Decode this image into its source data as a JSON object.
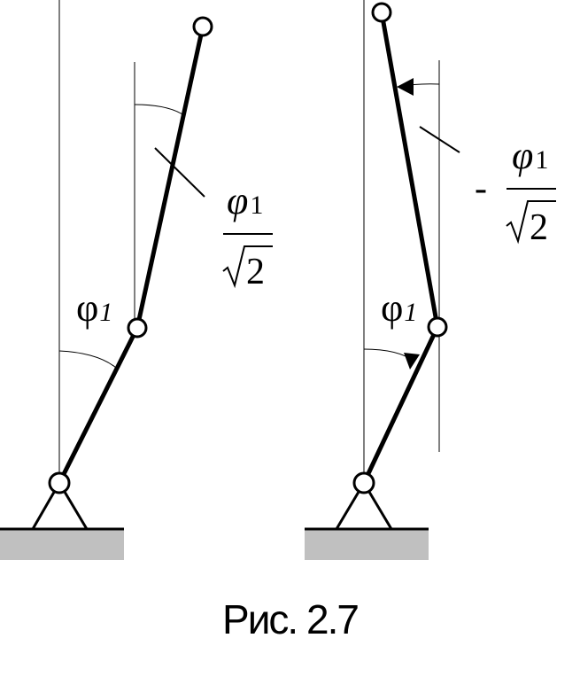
{
  "figure": {
    "caption": "Рис. 2.7",
    "colors": {
      "ground": "#c0c0c0",
      "ink": "#000000"
    },
    "left_diagram": {
      "angle_label_symbol": "φ",
      "angle_label_subscript": "1",
      "fraction_numerator_symbol": "φ",
      "fraction_numerator_subscript": "1",
      "fraction_denominator_radicand": "2"
    },
    "right_diagram": {
      "angle_label_symbol": "φ",
      "angle_label_subscript": "1",
      "sign": "-",
      "fraction_numerator_symbol": "φ",
      "fraction_numerator_subscript": "1",
      "fraction_denominator_radicand": "2"
    }
  }
}
